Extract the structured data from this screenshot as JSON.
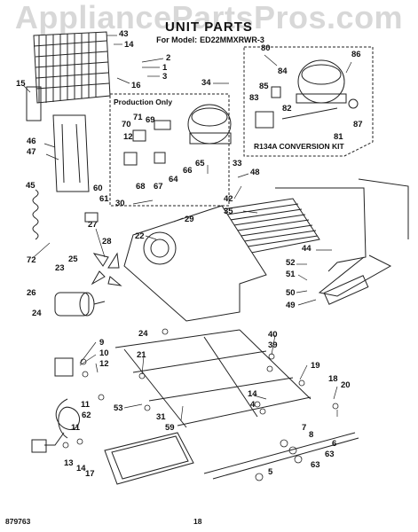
{
  "watermark": "AppliancePartsPros.com",
  "header": {
    "title": "UNIT PARTS",
    "model_prefix": "For Model:",
    "model": "ED22MMXRWR-3"
  },
  "boxes": {
    "production_only": "Production Only",
    "conversion_kit": "R134A CONVERSION KIT"
  },
  "callouts": [
    "43",
    "14",
    "2",
    "1",
    "3",
    "16",
    "15",
    "34",
    "80",
    "84",
    "86",
    "85",
    "83",
    "82",
    "87",
    "81",
    "70",
    "71",
    "69",
    "12",
    "64",
    "66",
    "65",
    "68",
    "67",
    "46",
    "47",
    "33",
    "48",
    "45",
    "60",
    "61",
    "42",
    "35",
    "30",
    "29",
    "22",
    "44",
    "27",
    "28",
    "72",
    "25",
    "52",
    "51",
    "23",
    "26",
    "24",
    "50",
    "49",
    "24",
    "9",
    "10",
    "12",
    "11",
    "62",
    "40",
    "39",
    "21",
    "19",
    "18",
    "20",
    "14",
    "4",
    "53",
    "31",
    "59",
    "7",
    "6",
    "8",
    "63",
    "11",
    "13",
    "14",
    "17",
    "5",
    "63"
  ],
  "footer": {
    "code": "879763",
    "page": "18"
  }
}
